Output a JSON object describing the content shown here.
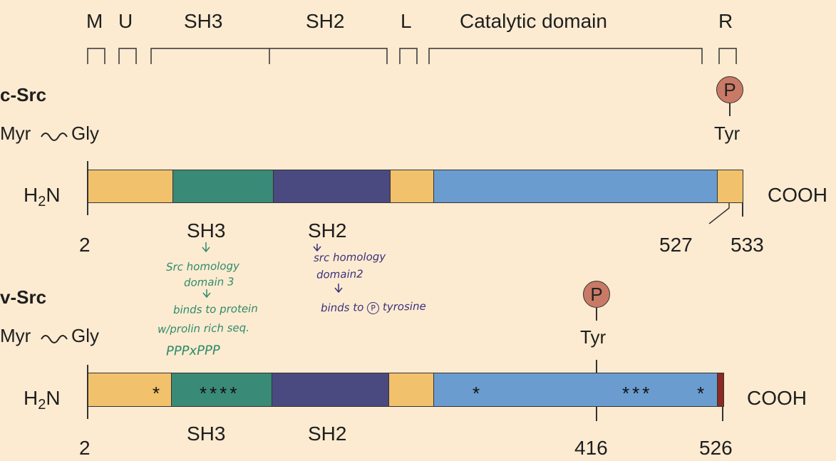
{
  "domain_labels": {
    "M": "M",
    "U": "U",
    "SH3": "SH3",
    "SH2": "SH2",
    "L": "L",
    "catalytic": "Catalytic domain",
    "R": "R"
  },
  "c_src": {
    "title": "c-Src",
    "myr": "Myr",
    "gly": "Gly",
    "nterm": "H",
    "nterm_sub": "2",
    "nterm_suffix": "N",
    "cterm": "COOH",
    "p_label": "P",
    "tyr": "Tyr",
    "below_sh3": "SH3",
    "below_sh2": "SH2",
    "pos_start": "2",
    "pos_527": "527",
    "pos_533": "533"
  },
  "v_src": {
    "title": "v-Src",
    "myr": "Myr",
    "gly": "Gly",
    "nterm": "H",
    "nterm_sub": "2",
    "nterm_suffix": "N",
    "cterm": "COOH",
    "p_label": "P",
    "tyr": "Tyr",
    "below_sh3": "SH3",
    "below_sh2": "SH2",
    "pos_start": "2",
    "pos_416": "416",
    "pos_526": "526",
    "stars_u": "*",
    "stars_sh3": "****",
    "stars_cat1": "*",
    "stars_cat2": "***",
    "stars_cat3": "*"
  },
  "notes": {
    "sh3_line1": "Src homology",
    "sh3_line2": "domain 3",
    "sh3_line3": "binds to protein",
    "sh3_line4": "w/prolin rich seq.",
    "sh3_line5": "PPPxPPP",
    "sh2_line1": "src homology",
    "sh2_line2": "domain2",
    "sh2_line3": "binds to",
    "sh2_p": "P",
    "sh2_line3b": "tyrosine"
  },
  "colors": {
    "background": "#fcebd1",
    "unique_orange": "#f2c16c",
    "sh3_green": "#3a8a78",
    "sh2_purple": "#4a4a80",
    "catalytic_blue": "#6a9ccf",
    "phospho_red": "#c97a66",
    "v_tail": "#8b2a22"
  }
}
